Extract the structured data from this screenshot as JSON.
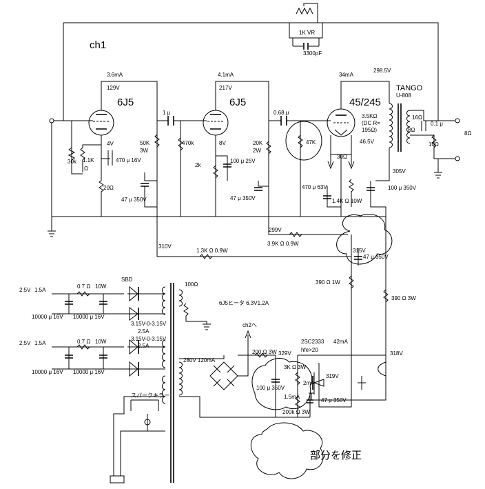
{
  "title": "ch1",
  "note": "部分を修正",
  "tubes": {
    "t1": "6J5",
    "t2": "6J5",
    "t3": "45/245"
  },
  "output_transformer": {
    "name": "TANGO",
    "model": "U-808",
    "impedance": "3.5KΩ",
    "dcr1": "(DC R=",
    "dcr2": "195Ω)"
  },
  "feedback": {
    "vr": "1K VR",
    "cap": "3300pF"
  },
  "labels": {
    "i1": "3.6mA",
    "v1": "129V",
    "i2": "4.1mA",
    "v2": "217V",
    "i3": "34mA",
    "v3": "298.5V",
    "c1": "1 μ",
    "c2": "0.68 μ",
    "r_grid1": "30k",
    "r_k1a": "1.1K",
    "r_k1b": "Ω",
    "c_k1": "470 μ 16V",
    "v_k1": "4V",
    "r_20": "20Ω",
    "r_p1a": "50K",
    "r_p1b": "3W",
    "r_g2": "470k",
    "v_k2": "8V",
    "r_k2": "2k",
    "c_k2": "100 μ 25V",
    "c_dec1": "47 μ 350V",
    "c_dec2": "47 μ 350V",
    "r_p2a": "20K",
    "r_p2b": "2W",
    "r_g3": "47K",
    "v_k3": "46.5V",
    "r_hum": "30Ω",
    "c_k3": "470 μ 63V",
    "r_k3": "1.4K Ω 10W",
    "v_b3": "305V",
    "c_b3": "100 μ 350V",
    "sec1": "16Ω",
    "sec2": "8Ω",
    "sec_c": "0.1 μ",
    "sec_r": "10Ω",
    "out": "8Ω",
    "v_299": "299V",
    "r_399": "3.9K Ω 0.9W",
    "v_310": "310V",
    "r_13": "1.3K Ω 0.9W",
    "v_315": "315V",
    "c_315": "47 μ 350V",
    "r_390a": "390 Ω 1W",
    "r_390b": "390 Ω 3W",
    "h1_v": "2.5V",
    "h1_a": "1.5A",
    "h1_r": "0.7 Ω",
    "h1_rw": "10W",
    "sbd": "SBD",
    "h1_c1": "10000 μ 16V",
    "h1_c2": "10000 μ 16V",
    "h2_v": "2.5V",
    "h2_a": "1.5A",
    "h2_r": "0.7 Ω",
    "h2_rw": "10W",
    "h2_c1": "10000 μ 16V",
    "h2_c2": "10000 μ 16V",
    "pot100": "100Ω",
    "heater6j5": "6J5ヒータ 6.3V1.2A",
    "t_tap1": "3.15V-0-3.15V",
    "t_tap1a": "2.5A",
    "t_tap2": "3.15V-0-3.15V",
    "t_tap2a": "2.5A",
    "hv": "280V 120mA",
    "ch2": "ch2へ",
    "r_200": "200 Ω 3W",
    "v_329": "329V",
    "r_3k": "3K Ω 3W",
    "c_100": "100 μ 350V",
    "r_15": "1.5mA",
    "r_200k": "200k Ω 3W",
    "q": "2SC2333",
    "hfe": "hfe>20",
    "i_42": "42mA",
    "v_318": "318V",
    "i_2": "2mA",
    "v_319": "319V",
    "c_47": "47 μ 350V",
    "spark": "スパークキラー"
  }
}
